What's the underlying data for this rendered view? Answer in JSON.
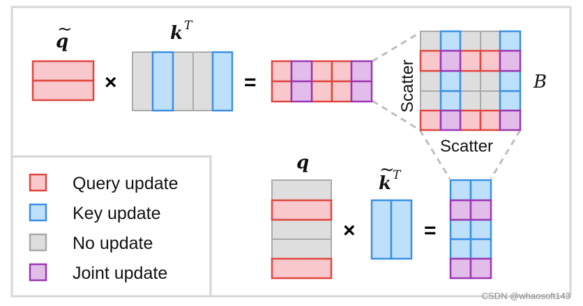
{
  "colors": {
    "query_fill": "#f8c8cc",
    "query_stroke": "#e0453e",
    "key_fill": "#bfe0fb",
    "key_stroke": "#3b8fe4",
    "none_fill": "#dedede",
    "none_stroke": "#a9a9a9",
    "joint_fill": "#e3bde9",
    "joint_stroke": "#9a36b4",
    "panel_stroke": "#d6d6d6",
    "dash": "#bdbdbd"
  },
  "labels": {
    "q_tilde": "q",
    "k": "k",
    "k_sup": "T",
    "q": "q",
    "k_tilde": "k",
    "k_tilde_sup": "T",
    "b": "B",
    "scatter_vertical": "Scatter",
    "scatter_horizontal": "Scatter",
    "times_top": "×",
    "equals_top": "=",
    "times_bottom": "×",
    "equals_bottom": "="
  },
  "legend": [
    {
      "label": "Query update",
      "kind": "query"
    },
    {
      "label": "Key update",
      "kind": "key"
    },
    {
      "label": "No update",
      "kind": "none"
    },
    {
      "label": "Joint update",
      "kind": "joint"
    }
  ],
  "watermark": "CSDN @whaosoft143"
}
